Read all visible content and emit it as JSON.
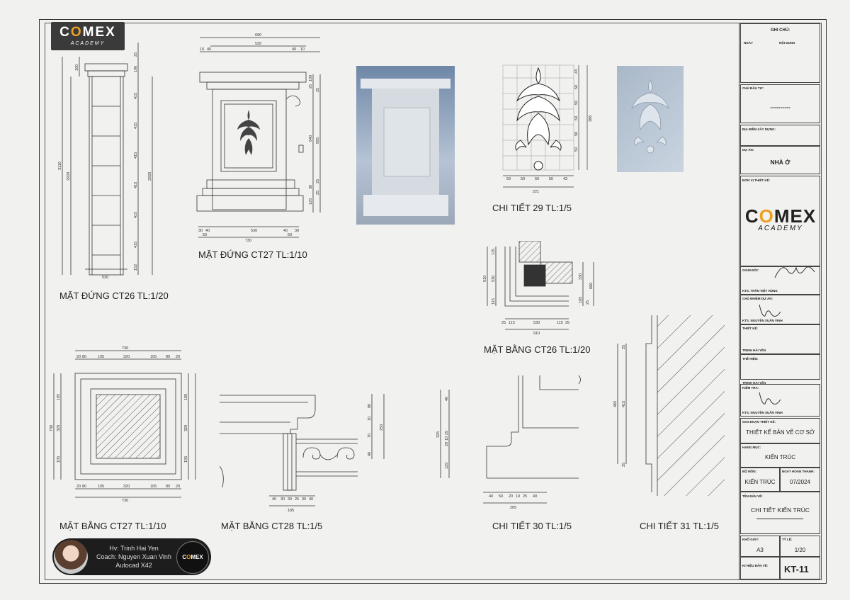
{
  "brand": {
    "logo_word_1": "C",
    "logo_word_o": "O",
    "logo_word_2": "MEX",
    "logo_sub": "ACADEMY"
  },
  "drawings": {
    "ct26_elev": "MẶT ĐỨNG CT26 TL:1/20",
    "ct27_elev": "MẶT ĐỨNG CT27 TL:1/10",
    "ct29": "CHI TIẾT 29 TL:1/5",
    "ct26_plan": "MẶT BẰNG CT26 TL:1/20",
    "ct27_plan": "MẶT BẰNG CT27 TL:1/10",
    "ct28_plan": "MẶT BẰNG CT28 TL:1/5",
    "ct30": "CHI TIẾT 30 TL:1/5",
    "ct31": "CHI TIẾT 31 TL:1/5"
  },
  "dims": {
    "ct26": {
      "width": "530",
      "h_total": "3110",
      "h_shaft": "2920",
      "h_shaft_r": "2920",
      "seg": "415",
      "top1": "25",
      "top2": "100",
      "top3": "100",
      "top_r": "190",
      "base": "152"
    },
    "ct27": {
      "top_total": "690",
      "top_mid": "530",
      "t10a": "10",
      "t40a": "40",
      "t40b": "40",
      "t10b": "10",
      "b40a": "40",
      "b530": "530",
      "b40b": "40",
      "b50a": "50",
      "b730": "730",
      "b50b": "50",
      "b30a": "30",
      "b30b": "30",
      "r100": "100",
      "r25a": "25",
      "r25b": "25",
      "r640": "640",
      "r995": "995",
      "r30": "30",
      "r125": "125",
      "r25c": "25",
      "r25d": "25"
    },
    "ct29": {
      "w221": "221",
      "h386": "386",
      "c50": "50",
      "c43": "43"
    },
    "ct26p": {
      "t115a": "115",
      "t530": "530",
      "t115b": "115",
      "t910": "910",
      "t25a": "25",
      "t25b": "25",
      "l910": "910",
      "l530": "530",
      "l115a": "115",
      "l115b": "115",
      "r330": "330",
      "r660": "660",
      "r165": "165",
      "r25": "25"
    },
    "ct27p": {
      "w730": "730",
      "s20": "20",
      "s80": "80",
      "s105": "105",
      "s320": "320",
      "l730": "730"
    },
    "ct28": {
      "w185": "185",
      "b40": "40",
      "b30": "30",
      "b25": "25",
      "h250": "250",
      "h80": "80",
      "h70": "70",
      "h40": "40",
      "h10": "10"
    },
    "ct30": {
      "w205": "205",
      "h325": "325",
      "h40": "40",
      "h125": "125",
      "h20": "20",
      "h10": "10",
      "h25": "25",
      "h50": "50"
    },
    "ct31": {
      "h465": "465",
      "h415": "415",
      "h25": "25"
    }
  },
  "title_block": {
    "ghi_chu": "GHI CHÚ:",
    "ngay": "NGÀY",
    "noi_dung": "NỘI DUNG",
    "chu_dau_tu": "CHỦ ĐẦU TƯ:",
    "chu_dau_tu_val": "----------",
    "dia_diem": "ĐỊA ĐIỂM XÂY DỰNG:",
    "du_an": "DỰ ÁN:",
    "du_an_val": "NHÀ Ở",
    "don_vi": "ĐƠN VỊ THIẾT KẾ:",
    "tb_logo_1": "C",
    "tb_logo_o": "O",
    "tb_logo_2": "MEX",
    "tb_logo_sub": "ACADEMY",
    "giam_doc": "GIÁM ĐỐC",
    "giam_doc_name": "KTS. TRẦN VIỆT HÙNG",
    "chu_nhiem": "CHỦ NHIỆM DỰ ÁN:",
    "chu_nhiem_name": "KTS. NGUYỄN XUÂN VINH",
    "thiet_ke": "THIẾT KẾ:",
    "thiet_ke_name": "TRỊNH HẢI YẾN",
    "the_hien": "THỂ HIỆN:",
    "the_hien_name": "TRỊNH HẢI YẾN",
    "kiem_tra": "KIỂM TRA:",
    "kiem_tra_name": "KTS. NGUYỄN XUÂN VINH",
    "giai_doan": "GIAI ĐOẠN THIẾT KẾ:",
    "giai_doan_val": "THIẾT KẾ BẢN VẼ CƠ SỞ",
    "hang_muc": "HẠNG MỤC:",
    "hang_muc_val": "KIẾN TRÚC",
    "bo_mon": "BỘ MÔN:",
    "bo_mon_val": "KIẾN TRÚC",
    "ngay_ht": "NGÀY HOÀN THÀNH:",
    "ngay_ht_val": "07/2024",
    "ten_ban_ve": "TÊN BẢN VẼ:",
    "ten_ban_ve_val": "CHI TIẾT KIẾN TRÚC",
    "kho_giay": "KHỔ GIẤY:",
    "kho_giay_val": "A3",
    "ty_le": "TỶ LỆ:",
    "ty_le_val": "1/20",
    "ki_hieu": "KÍ HIỆU BẢN VẼ:",
    "ki_hieu_val": "KT-11"
  },
  "student": {
    "hv": "Hv: Trinh Hai Yen",
    "coach": "Coach: Nguyen Xuan Vinh",
    "course": "Autocad X42",
    "badge_1": "C",
    "badge_o": "O",
    "badge_2": "MEX"
  }
}
